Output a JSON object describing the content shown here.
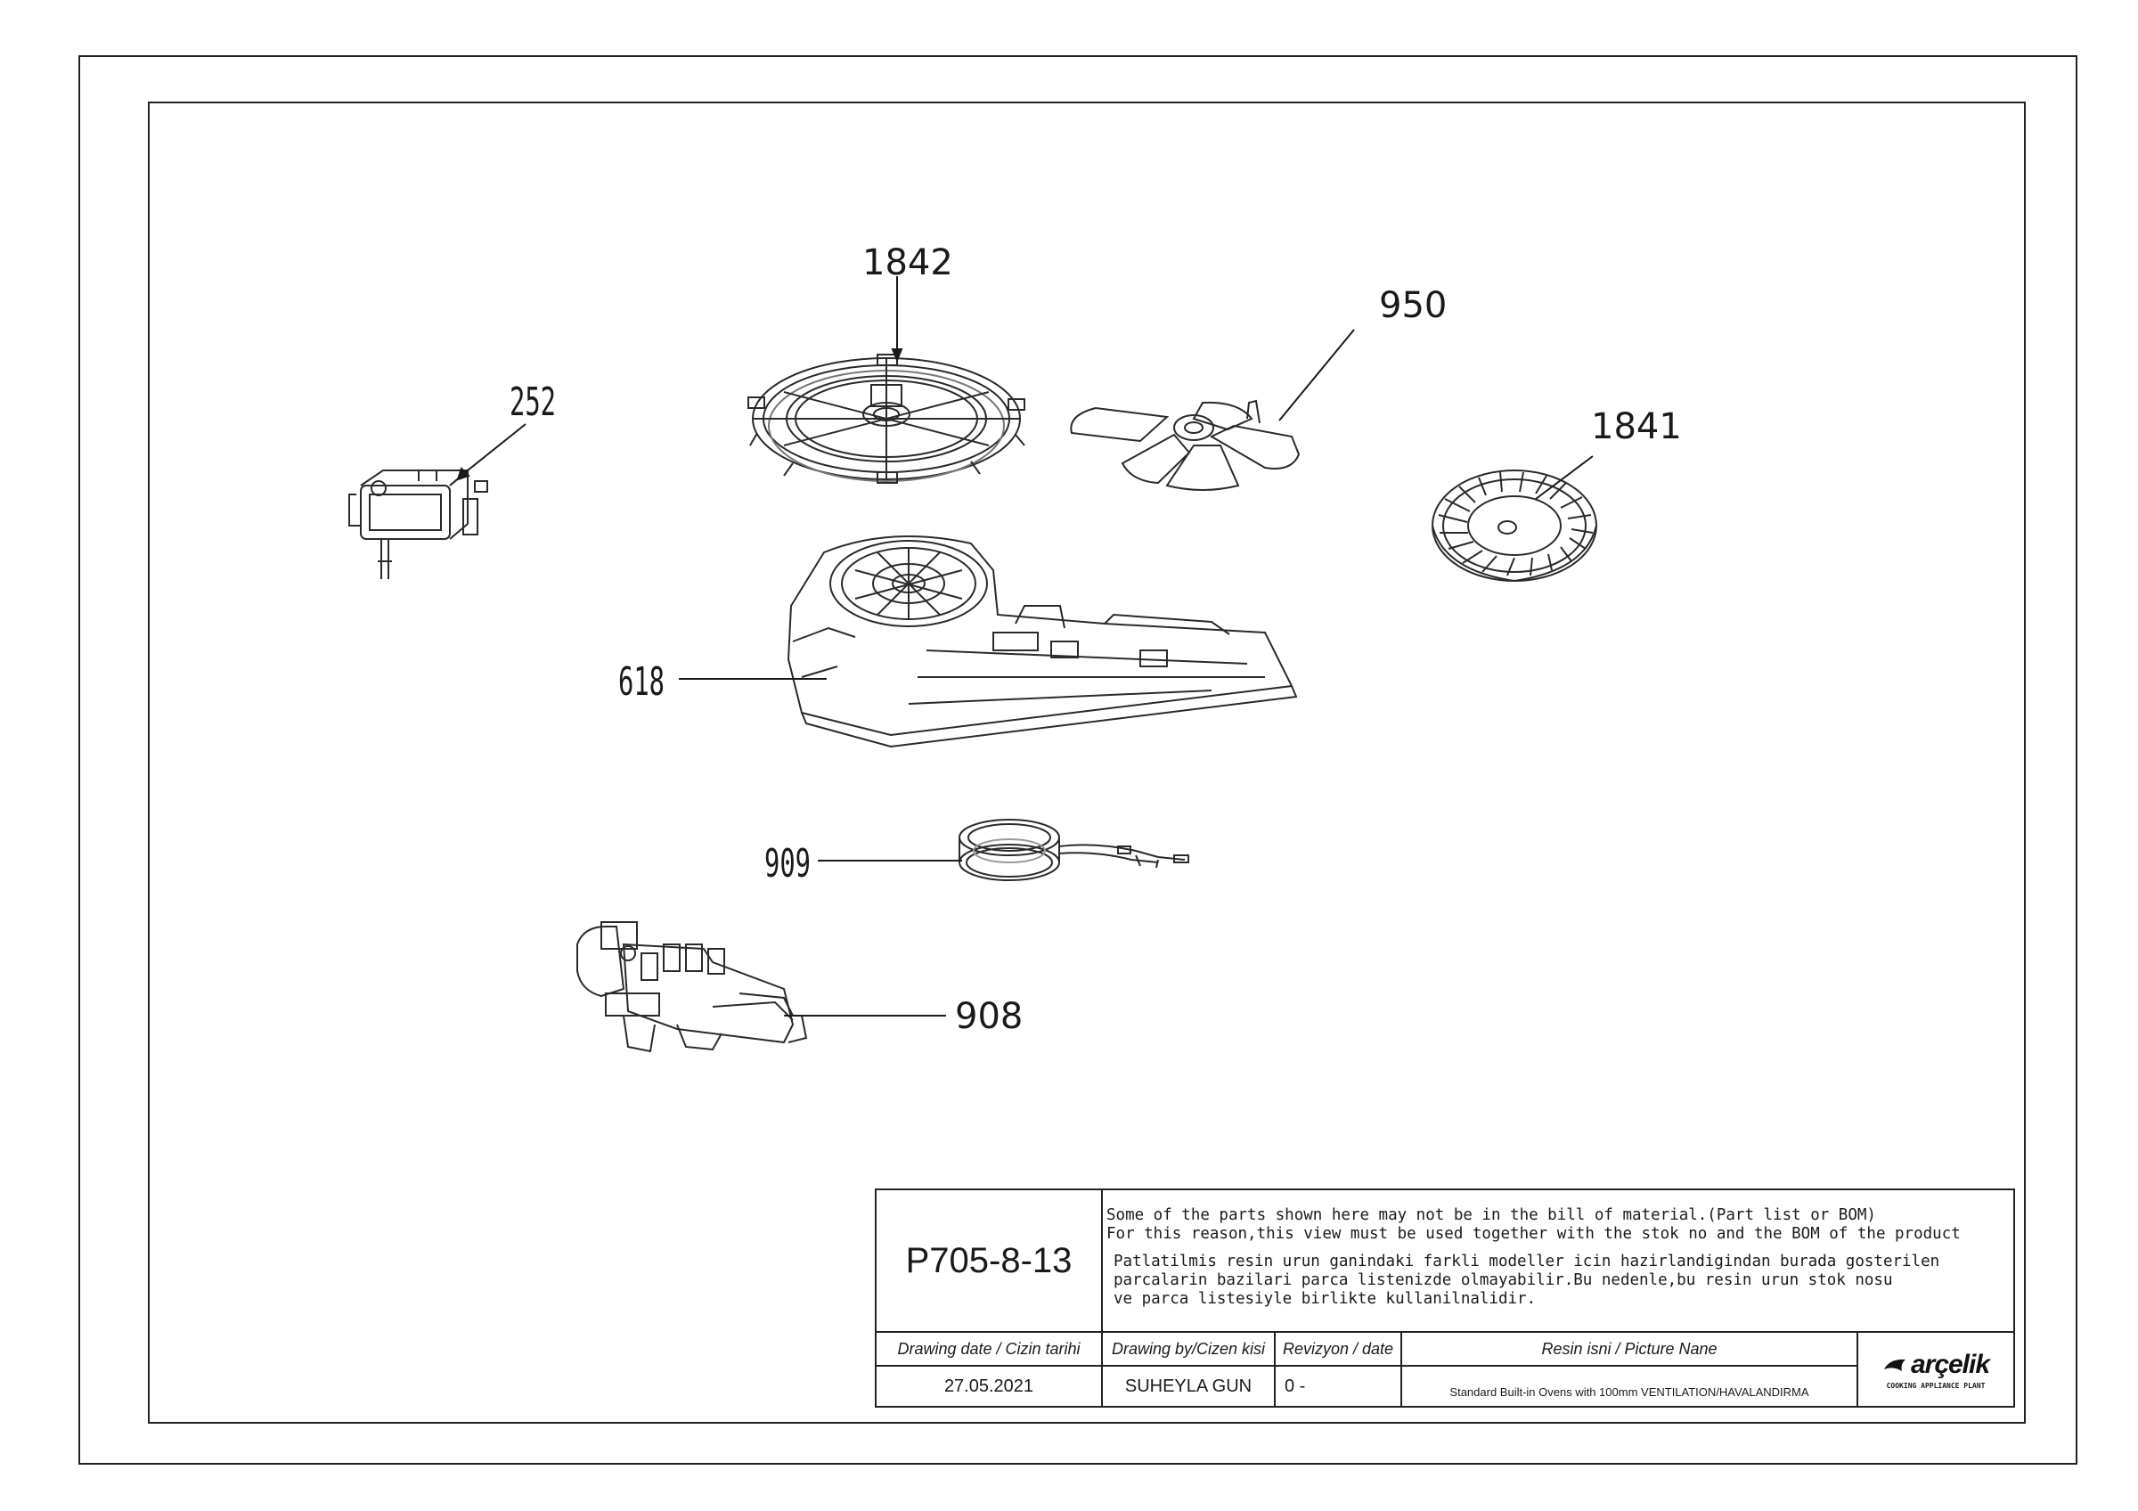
{
  "callouts": {
    "c1842": "1842",
    "c950": "950",
    "c252": "252",
    "c1841": "1841",
    "c618": "618",
    "c909": "909",
    "c908": "908"
  },
  "title_block": {
    "drawing_number": "P705-8-13",
    "notes_en": [
      "Some of the parts shown here may not be in the bill of material.(Part list or BOM)",
      "For this reason,this view must be used together with the stok no and the BOM of the product"
    ],
    "notes_tr": [
      "Patlatilmis resin urun ganindaki farkli modeller icin hazirlandigindan burada gosterilen",
      "parcalarin bazilari parca listenizde olmayabilir.Bu nedenle,bu resin urun stok nosu",
      "ve parca listesiyle birlikte kullanilnalidir."
    ],
    "headers": {
      "date": "Drawing date / Cizin tarihi",
      "by": "Drawing by/Cizen kisi",
      "revision": "Revizyon / date",
      "picture": "Resin isni / Picture Nane"
    },
    "values": {
      "date": "27.05.2021",
      "by": "SUHEYLA GUN",
      "revision": "0 -",
      "picture": "Standard Built-in Ovens with 100mm VENTILATION/HAVALANDIRMA"
    },
    "logo": {
      "brand": "arçelik",
      "subtitle": "COOKING APPLIANCE PLANT"
    }
  }
}
